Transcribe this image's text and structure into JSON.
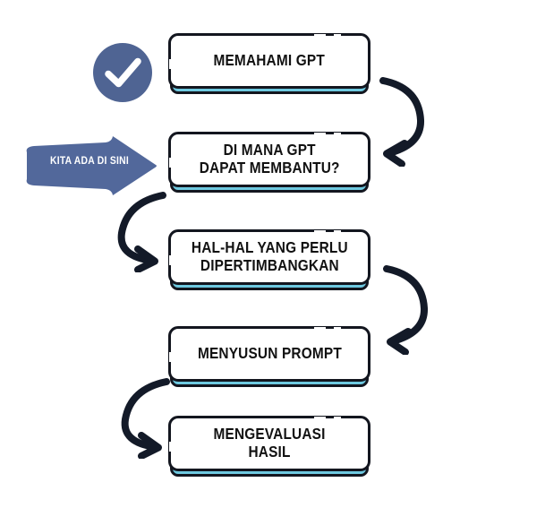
{
  "diagram": {
    "title_icon": "check-circle-icon",
    "background_color": "#ffffff",
    "accent_bar_color": "#6ec9e0",
    "outline_color": "#13161f",
    "badge_color": "#52689b",
    "text_color": "#111111",
    "current_marker": {
      "label": "KITA ADA DI SINI",
      "points_to_step_index": 1,
      "shape": "right-arrow"
    },
    "steps": [
      {
        "index": 1,
        "label": "MEMAHAMI GPT",
        "lines": [
          "MEMAHAMI GPT"
        ],
        "has_check_icon": true
      },
      {
        "index": 2,
        "label": "DI MANA GPT DAPAT MEMBANTU?",
        "lines": [
          "DI MANA GPT",
          "DAPAT MEMBANTU?"
        ],
        "has_check_icon": false
      },
      {
        "index": 3,
        "label": "HAL-HAL YANG PERLU DIPERTIMBANGKAN",
        "lines": [
          "HAL-HAL YANG PERLU",
          "DIPERTIMBANGKAN"
        ],
        "has_check_icon": false
      },
      {
        "index": 4,
        "label": "MENYUSUN PROMPT",
        "lines": [
          "MENYUSUN PROMPT"
        ],
        "has_check_icon": false
      },
      {
        "index": 5,
        "label": "MENGEVALUASI HASIL",
        "lines": [
          "MENGEVALUASI",
          "HASIL"
        ],
        "has_check_icon": false
      }
    ],
    "connectors": [
      {
        "from": 1,
        "to": 2,
        "side": "right",
        "icon": "curved-arrow-down-left-icon"
      },
      {
        "from": 2,
        "to": 3,
        "side": "left",
        "icon": "curved-arrow-down-right-icon"
      },
      {
        "from": 3,
        "to": 4,
        "side": "right",
        "icon": "curved-arrow-down-left-icon"
      },
      {
        "from": 4,
        "to": 5,
        "side": "left",
        "icon": "curved-arrow-down-right-icon"
      }
    ]
  }
}
